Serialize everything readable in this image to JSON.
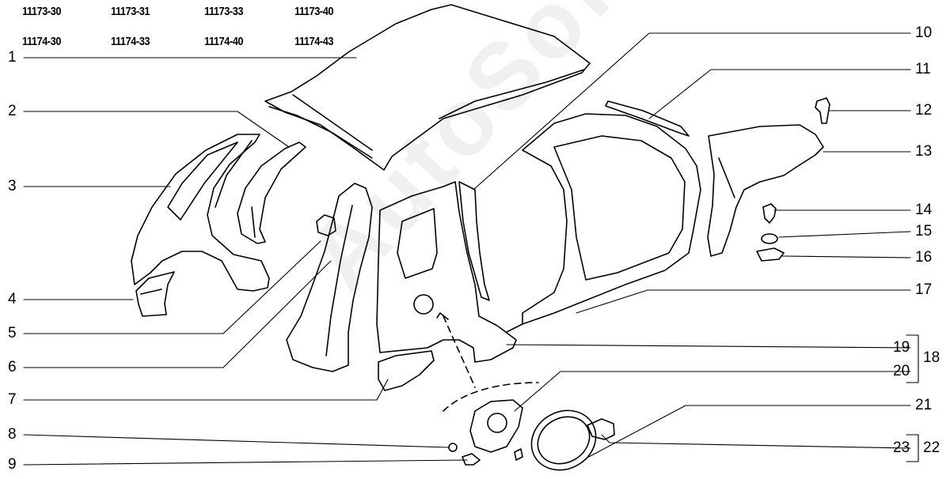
{
  "model_codes": {
    "row1": [
      "11173-30",
      "11173-31",
      "11173-33",
      "11173-40"
    ],
    "row2": [
      "11174-30",
      "11174-33",
      "11174-40",
      "11174-43"
    ]
  },
  "callouts_left": [
    "1",
    "2",
    "3",
    "4",
    "5",
    "6",
    "7",
    "8",
    "9"
  ],
  "callouts_right": [
    "10",
    "11",
    "12",
    "13",
    "14",
    "15",
    "16",
    "17",
    "19",
    "20",
    "21",
    "23"
  ],
  "group_labels": {
    "group_18": "18",
    "group_22": "22"
  },
  "watermark": "AutoSoft"
}
